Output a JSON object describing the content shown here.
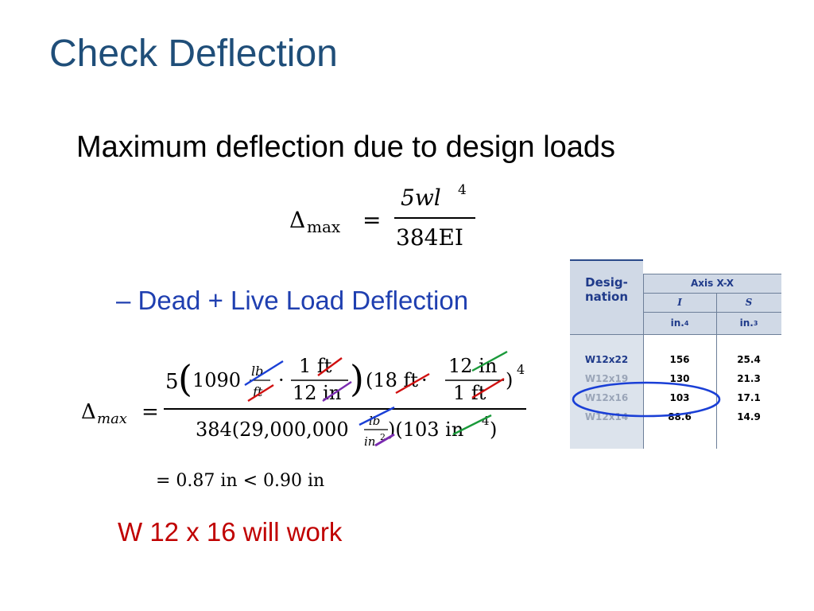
{
  "slide": {
    "title": "Check Deflection",
    "subtitle": "Maximum deflection due to design loads",
    "bullet": "– Dead + Live Load Deflection",
    "conclusion": "W 12 x 16 will work"
  },
  "formula1": {
    "lhs_sym": "Δ",
    "lhs_sub": "max",
    "eq": "=",
    "numerator": "5wl",
    "numerator_exp": "4",
    "denominator": "384EI"
  },
  "formula2": {
    "lhs_sym": "Δ",
    "lhs_sub": "max",
    "eq": "=",
    "num_coef": "5",
    "num_val1": "1090",
    "unit_lb": "lb",
    "unit_ft": "ft",
    "dot": "·",
    "frac2_top": "1 ft",
    "frac2_bot": "12 in",
    "span": "(18 ft",
    "frac3_top": "12 in",
    "frac3_bot": "1 ft",
    "power": "4",
    "den_text": "384(29,000,000",
    "den_unit_top": "lb",
    "den_unit_bot": "in",
    "den_unit_exp": "2",
    "den_inertia": ")(103 in",
    "den_inertia_exp": "4",
    "den_close": ")"
  },
  "result": {
    "text": "= 0.87 in < 0.90 in"
  },
  "table": {
    "col_designation": [
      "Desig-",
      "nation"
    ],
    "axis_header": "Axis X-X",
    "col_I": "I",
    "col_S": "S",
    "unit_I": "in.",
    "unit_I_exp": "4",
    "unit_S": "in.",
    "unit_S_exp": "3",
    "rows": [
      {
        "designation": "W12x22",
        "I": "156",
        "S": "25.4"
      },
      {
        "designation": "W12x19",
        "I": "130",
        "S": "21.3"
      },
      {
        "designation": "W12x16",
        "I": "103",
        "S": "17.1"
      },
      {
        "designation": "W12x14",
        "I": "88.6",
        "S": "14.9"
      }
    ],
    "highlighted_row": "W12x16",
    "colors": {
      "designation_text": "#1f3a8a",
      "header_text": "#1f3a8a",
      "header_bg": "#d0d9e6",
      "circle": "#1a3fd6"
    }
  },
  "annotations": {
    "cancel_blue": "#1a3fd6",
    "cancel_red": "#d01010",
    "cancel_green": "#1a9a3a",
    "cancel_purple": "#7a2ab0"
  }
}
